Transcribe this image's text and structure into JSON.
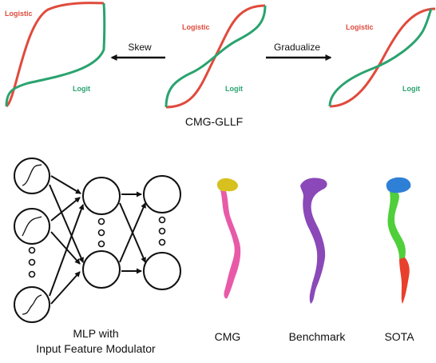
{
  "top": {
    "left_panel": {
      "red_label": "Logistic",
      "green_label": "Logit"
    },
    "center_panel": {
      "red_label": "Logistic",
      "green_label": "Logit",
      "caption": "CMG-GLLF"
    },
    "right_panel": {
      "red_label": "Logistic",
      "green_label": "Logit"
    },
    "arrow_left_label": "Skew",
    "arrow_right_label": "Gradualize"
  },
  "mlp": {
    "caption_line1": "MLP with",
    "caption_line2": "Input Feature Modulator"
  },
  "results": {
    "cmg": "CMG",
    "benchmark": "Benchmark",
    "sota": "SOTA"
  },
  "colors": {
    "logistic": "#e04a3c",
    "logit": "#2aa36f",
    "cmg_head": "#d6c11f",
    "cmg_body": "#e85aa8",
    "benchmark": "#8a48b8",
    "sota_head": "#2e7fd6",
    "sota_mid": "#4fcf3a",
    "sota_tail": "#e8402c"
  }
}
